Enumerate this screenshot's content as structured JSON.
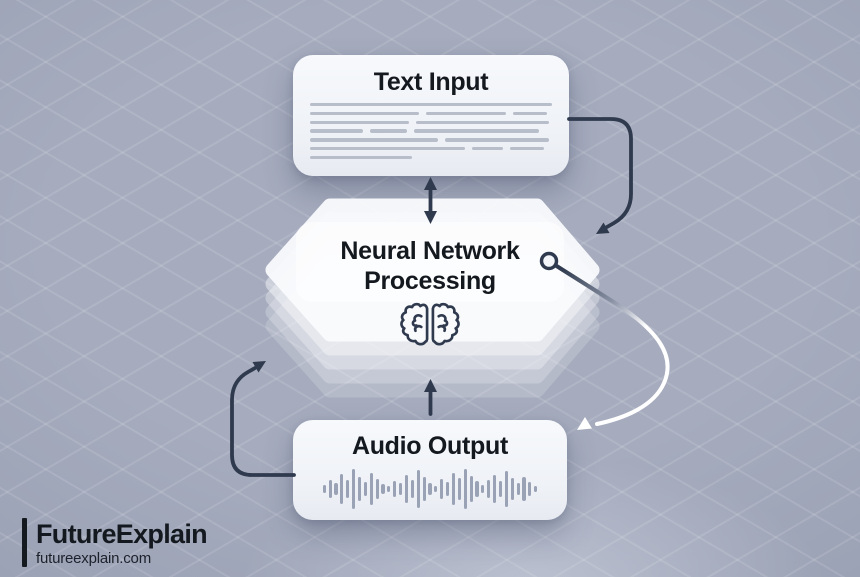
{
  "colors": {
    "background": "#a6acbe",
    "background_edge": "#99a0b3",
    "grid_line": "rgba(255,255,255,0.11)",
    "card_bg": "#f2f4f8",
    "arrow_dark": "#2f3a4e",
    "arrow_light": "#ffffff",
    "text_dark": "#14181f",
    "placeholder_line": "#b7bdc9",
    "waveform_bar": "#9aa3b5",
    "hexagon_fill": "#fafbfd"
  },
  "nodes": {
    "text_input": {
      "title": "Text Input",
      "placeholder_lines": [
        [
          100
        ],
        [
          45,
          33,
          14
        ],
        [
          41,
          55
        ],
        [
          22,
          15,
          52
        ],
        [
          53,
          43
        ],
        [
          64,
          13,
          14
        ],
        [
          42
        ]
      ]
    },
    "neural": {
      "title": "Neural Network Processing",
      "icon": "brain-icon",
      "layers": 5
    },
    "audio_output": {
      "title": "Audio Output",
      "icon": "waveform-icon",
      "waveform_heights": [
        8,
        18,
        12,
        30,
        18,
        40,
        24,
        14,
        32,
        20,
        10,
        6,
        16,
        12,
        28,
        18,
        38,
        24,
        12,
        6,
        20,
        14,
        32,
        22,
        40,
        26,
        16,
        8,
        18,
        28,
        16,
        36,
        22,
        12,
        24,
        14,
        6
      ]
    }
  },
  "connectors": {
    "text_to_neural": "bidirectional-arrow",
    "text_to_neural_loop": "right-loop-arrow",
    "neural_to_audio": "gradient-curve-arrow-with-ring",
    "audio_to_neural": "up-arrow",
    "audio_to_neural_loop": "left-loop-arrow"
  },
  "branding": {
    "name": "FutureExplain",
    "url": "futureexplain.com"
  }
}
